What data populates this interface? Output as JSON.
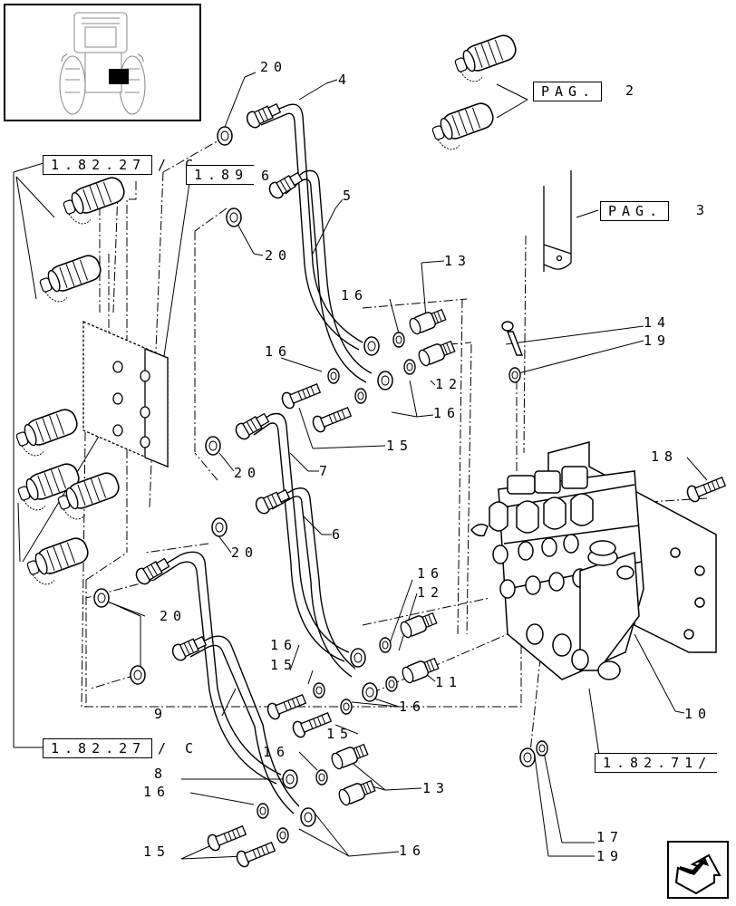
{
  "callouts": {
    "c4": "4",
    "c5": "5",
    "c6": "6",
    "c7": "7",
    "c8": "8",
    "c9": "9",
    "c10": "10",
    "c11": "11",
    "c12a": "12",
    "c12b": "12",
    "c13a": "13",
    "c13b": "13",
    "c14": "14",
    "c15a": "15",
    "c15b": "15",
    "c15c": "15",
    "c15d": "15",
    "c16a": "16",
    "c16b": "16",
    "c16c": "16",
    "c16d": "16",
    "c16e": "16",
    "c16f": "16",
    "c16g": "16",
    "c16h": "16",
    "c16i": "16",
    "c17": "17",
    "c18": "18",
    "c19a": "19",
    "c19b": "19",
    "c20a": "20",
    "c20b": "20",
    "c20c": "20",
    "c20d": "20",
    "c20e": "20",
    "c6b": "6"
  },
  "references": {
    "pag2": "PAG.",
    "pag2_num": "2",
    "pag3": "PAG.",
    "pag3_num": "3",
    "ref_top_left": "1.82.27",
    "ref_top_left_suffix": "/ C",
    "ref_189": "1.89",
    "ref_bottom_left": "1.82.27",
    "ref_bottom_left_suffix": "/ C",
    "ref_right": "1.82.71/"
  },
  "icons": {
    "thumbnail": "tractor-rear-view-thumbnail",
    "nav": "next-page-arrow-icon"
  }
}
